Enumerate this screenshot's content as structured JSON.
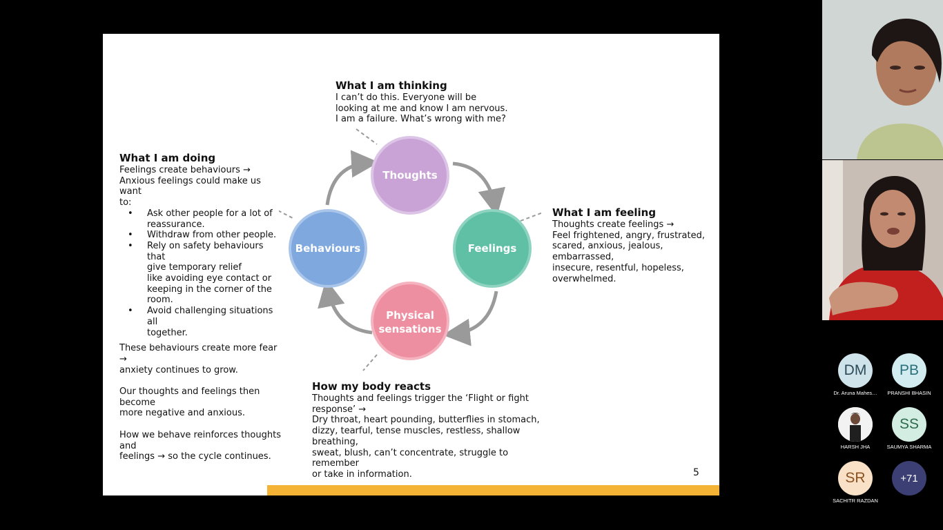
{
  "slide": {
    "thinking": {
      "title": "What I am thinking",
      "lines": [
        "I can’t do this. Everyone will be",
        "looking at me and know I am nervous.",
        "I am a failure. What’s wrong with me?"
      ]
    },
    "doing": {
      "title": "What I am doing",
      "intro": [
        "Feelings create behaviours →",
        "Anxious feelings could make us want",
        "to:"
      ],
      "bullets": [
        [
          "Ask other people for a lot of",
          "reassurance."
        ],
        [
          "Withdraw from other people."
        ],
        [
          "Rely on safety behaviours that",
          "give temporary relief",
          "like avoiding eye contact or",
          "keeping in the corner of the",
          "room."
        ],
        [
          "Avoid challenging situations all",
          "together."
        ]
      ],
      "outro1": [
        "These behaviours create more fear →",
        "anxiety continues to grow."
      ],
      "outro2": [
        "Our thoughts and feelings then become",
        "more negative and anxious."
      ],
      "outro3": [
        "How we behave reinforces thoughts and",
        "feelings → so the cycle continues."
      ]
    },
    "feeling": {
      "title": "What I am feeling",
      "lines": [
        "Thoughts create feelings →",
        "Feel frightened, angry, frustrated,",
        "scared, anxious, jealous, embarrassed,",
        "insecure, resentful, hopeless,",
        "overwhelmed."
      ]
    },
    "body": {
      "title": "How my body reacts",
      "lines": [
        "Thoughts and feelings trigger the ‘Flight or fight",
        "response’ →",
        "Dry throat, heart pounding, butterflies in stomach,",
        "dizzy, tearful, tense muscles, restless, shallow breathing,",
        "sweat, blush, can’t concentrate, struggle to remember",
        "or take in information."
      ]
    },
    "cycle": {
      "thoughts": "Thoughts",
      "feelings": "Feelings",
      "physical_1": "Physical",
      "physical_2": "sensations",
      "behaviours": "Behaviours"
    },
    "page_number": "5"
  },
  "window_controls": {
    "minimize": "—",
    "restore": "⤡",
    "close": "✕"
  },
  "participants": [
    {
      "initials": "DM",
      "name": "Dr. Aruna Mahes…",
      "bg": "#cfe3ea",
      "fg": "#2c4a57"
    },
    {
      "initials": "PB",
      "name": "PRANSHI BHASIN",
      "bg": "#d2ecf0",
      "fg": "#2a6f7c"
    },
    {
      "initials": "",
      "name": "HARSH JHA",
      "bg": "#ffffff",
      "fg": "#222222"
    },
    {
      "initials": "SS",
      "name": "SAUMYA SHARMA",
      "bg": "#d3ede2",
      "fg": "#2d6b4d"
    },
    {
      "initials": "SR",
      "name": "SACHITR RAZDAN",
      "bg": "#f8e1c6",
      "fg": "#8a5220"
    },
    {
      "initials": "+71",
      "name": "",
      "bg": "#3b3f73",
      "fg": "#ffffff"
    }
  ],
  "colors": {
    "thoughts": "#c9a3d6",
    "feelings": "#5fc0a6",
    "physical": "#ee8fa1",
    "behaviours": "#7fa8de",
    "arrow": "#9a9a9a",
    "footer_bar": "#f5b335"
  }
}
